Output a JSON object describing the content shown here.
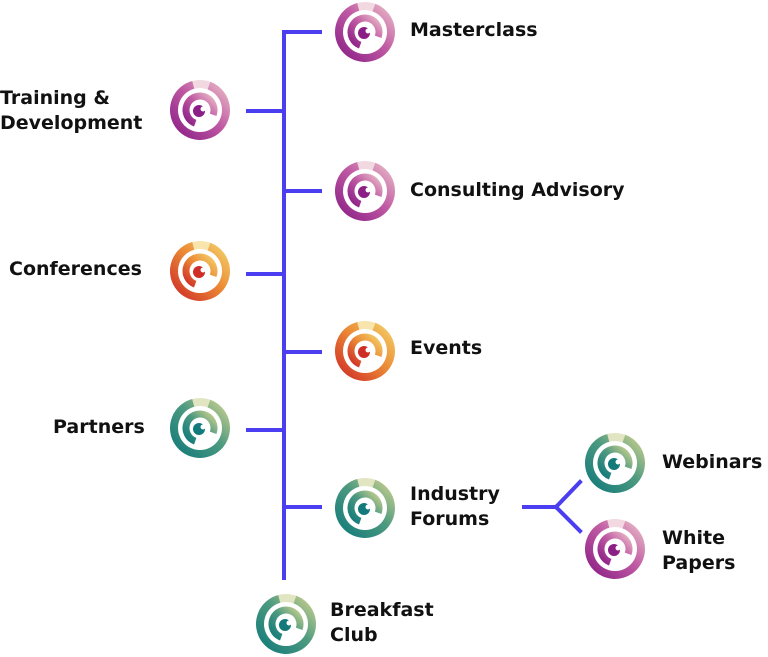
{
  "colors": {
    "connector": "#4b3df0",
    "purple": [
      "#e8b8c6",
      "#c05aa3",
      "#8b1f86"
    ],
    "orange": [
      "#f3cf69",
      "#ec8b36",
      "#cf2e27"
    ],
    "teal": [
      "#c8cf8e",
      "#4d9a80",
      "#127a7a"
    ]
  },
  "nodes": {
    "training": {
      "lines": [
        "Training &",
        "Development"
      ],
      "icon": "swirl-icon",
      "color": "purple"
    },
    "conferences": {
      "lines": [
        "Conferences"
      ],
      "icon": "swirl-icon",
      "color": "orange"
    },
    "partners": {
      "lines": [
        "Partners"
      ],
      "icon": "swirl-icon",
      "color": "teal"
    },
    "masterclass": {
      "lines": [
        "Masterclass"
      ],
      "icon": "swirl-icon",
      "color": "purple"
    },
    "consulting": {
      "lines": [
        "Consulting Advisory"
      ],
      "icon": "swirl-icon",
      "color": "purple"
    },
    "events": {
      "lines": [
        "Events"
      ],
      "icon": "swirl-icon",
      "color": "orange"
    },
    "industry_forums": {
      "lines": [
        "Industry",
        "Forums"
      ],
      "icon": "swirl-icon",
      "color": "teal"
    },
    "breakfast_club": {
      "lines": [
        "Breakfast",
        "Club"
      ],
      "icon": "swirl-icon",
      "color": "teal"
    },
    "webinars": {
      "lines": [
        "Webinars"
      ],
      "icon": "swirl-icon",
      "color": "teal"
    },
    "white_papers": {
      "lines": [
        "White",
        "Papers"
      ],
      "icon": "swirl-icon",
      "color": "purple"
    }
  }
}
